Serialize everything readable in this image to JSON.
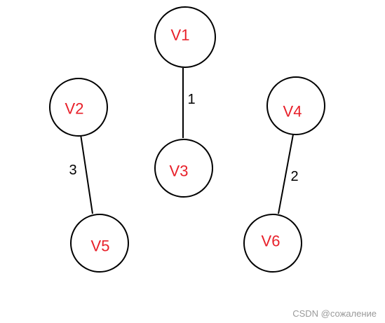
{
  "graph": {
    "nodes": [
      {
        "id": "V1",
        "label": "V1"
      },
      {
        "id": "V2",
        "label": "V2"
      },
      {
        "id": "V3",
        "label": "V3"
      },
      {
        "id": "V4",
        "label": "V4"
      },
      {
        "id": "V5",
        "label": "V5"
      },
      {
        "id": "V6",
        "label": "V6"
      }
    ],
    "edges": [
      {
        "from": "V1",
        "to": "V3",
        "weight": "1"
      },
      {
        "from": "V2",
        "to": "V5",
        "weight": "3"
      },
      {
        "from": "V4",
        "to": "V6",
        "weight": "2"
      }
    ]
  },
  "colors": {
    "node_label": "#e8202a",
    "line": "#000000"
  },
  "watermark": "CSDN @сожаление"
}
